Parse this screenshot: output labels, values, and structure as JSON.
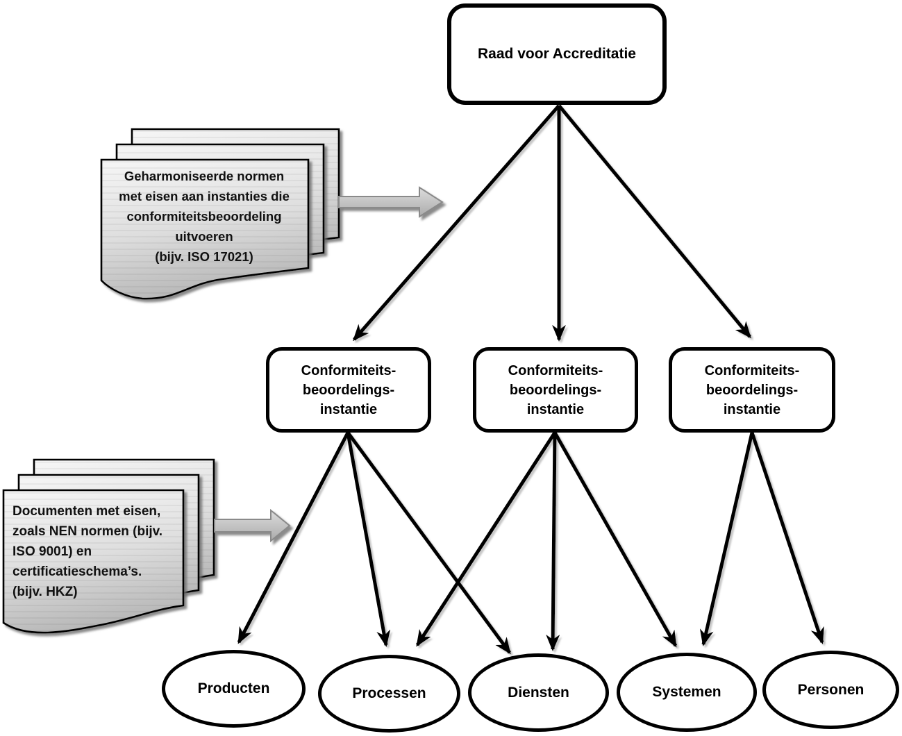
{
  "diagram": {
    "root_node": {
      "label": "Raad voor Accreditatie"
    },
    "cbi_nodes": [
      {
        "label": "Conformiteits-\nbeoordelings-\ninstantie"
      },
      {
        "label": "Conformiteits-\nbeoordelings-\ninstantie"
      },
      {
        "label": "Conformiteits-\nbeoordelings-\ninstantie"
      }
    ],
    "scope_nodes": [
      {
        "label": "Producten"
      },
      {
        "label": "Processen"
      },
      {
        "label": "Diensten"
      },
      {
        "label": "Systemen"
      },
      {
        "label": "Personen"
      }
    ],
    "annotations": [
      {
        "text": "Geharmoniseerde normen\nmet eisen aan instanties die\nconformiteitsbeoordeling\nuitvoeren\n(bijv. ISO 17021)"
      },
      {
        "text": "Documenten met eisen,\nzoals NEN normen (bijv.\nISO 9001) en\ncertificatieschema’s.\n(bijv. HKZ)"
      }
    ]
  },
  "colors": {
    "line": "#000000",
    "node_fill": "#ffffff",
    "background": "#ffffff",
    "page_light": "#f6f6f6",
    "page_mid": "#dedede",
    "page_dark": "#b9b9b9",
    "block_arrow_light": "#dcdcdc",
    "block_arrow_dark": "#ababab",
    "block_arrow_border": "#8a8a8a"
  }
}
